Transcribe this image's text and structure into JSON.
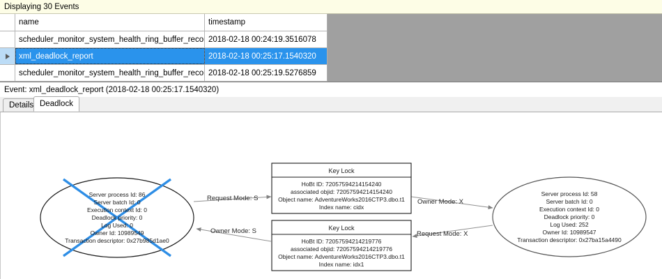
{
  "banner": {
    "text": "Displaying 30 Events"
  },
  "grid": {
    "columns": [
      "",
      "name",
      "timestamp"
    ],
    "rows": [
      {
        "selector": "",
        "name": "scheduler_monitor_system_health_ring_buffer_recorded",
        "timestamp": "2018-02-18 00:24:19.3516078",
        "selected": false
      },
      {
        "selector": "row-arrow",
        "name": "xml_deadlock_report",
        "timestamp": "2018-02-18 00:25:17.1540320",
        "selected": true
      },
      {
        "selector": "",
        "name": "scheduler_monitor_system_health_ring_buffer_recorded",
        "timestamp": "2018-02-18 00:25:19.5276859",
        "selected": false
      }
    ]
  },
  "event_header": {
    "text": "Event: xml_deadlock_report (2018-02-18 00:25:17.1540320)"
  },
  "tabs": [
    {
      "label": "Details",
      "active": false
    },
    {
      "label": "Deadlock",
      "active": true
    }
  ],
  "deadlock": {
    "victim_marker_color": "#2e8ee6",
    "processes": [
      {
        "id": "process-left",
        "victim": true,
        "lines": [
          "Server process Id: 86",
          "Server batch Id: 0",
          "Execution context Id: 0",
          "Deadlock priority: 0",
          "Log Used: 0",
          "Owner Id: 10989549",
          "Transaction descriptor: 0x27b985d1ae0"
        ]
      },
      {
        "id": "process-right",
        "victim": false,
        "lines": [
          "Server process Id: 58",
          "Server batch Id: 0",
          "Execution context Id: 0",
          "Deadlock priority: 0",
          "Log Used: 252",
          "Owner Id: 10989547",
          "Transaction descriptor: 0x27ba15a4490"
        ]
      }
    ],
    "resources": [
      {
        "id": "key-lock-top",
        "title": "Key Lock",
        "lines": [
          "HoBt ID: 72057594214154240",
          "associated objid: 72057594214154240",
          "Object name: AdventureWorks2016CTP3.dbo.t1",
          "Index name: cidx"
        ]
      },
      {
        "id": "key-lock-bottom",
        "title": "Key Lock",
        "lines": [
          "HoBt ID: 72057594214219776",
          "associated objid: 72057594214219776",
          "Object name: AdventureWorks2016CTP3.dbo.t1",
          "Index name: idx1"
        ]
      }
    ],
    "edges": [
      {
        "id": "edge-left-request-s",
        "label": "Request Mode: S"
      },
      {
        "id": "edge-right-owner-x",
        "label": "Owner Mode: X"
      },
      {
        "id": "edge-left-owner-s",
        "label": "Owner Mode: S"
      },
      {
        "id": "edge-right-request-x",
        "label": "Request Mode: X"
      }
    ]
  }
}
